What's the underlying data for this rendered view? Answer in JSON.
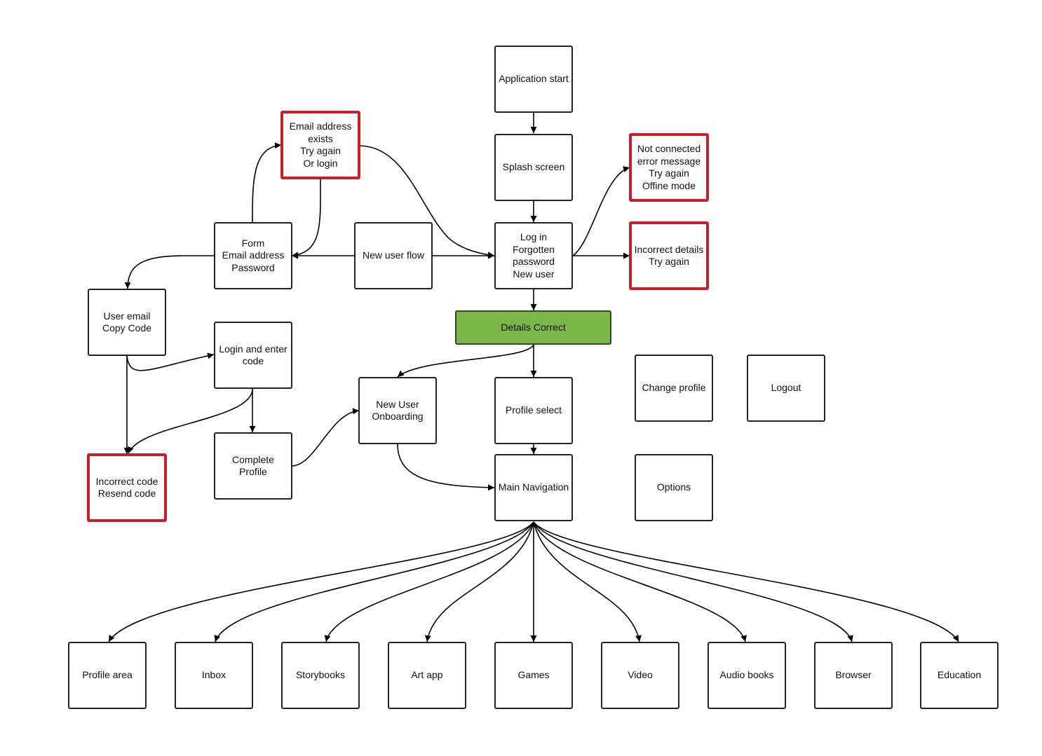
{
  "colors": {
    "line": "#000000",
    "box_border": "#222222",
    "error_border": "#c8202a",
    "success_fill": "#7ab648"
  },
  "nodes": {
    "application_start": "Application start",
    "splash_screen": "Splash screen",
    "login": "Log in\nForgotten\npassword\nNew user",
    "email_exists": "Email address\nexists\nTry again\nOr login",
    "not_connected": "Not connected\nerror message\nTry again\nOffine mode",
    "incorrect_details": "Incorrect details\nTry again",
    "new_user_flow": "New user flow",
    "form": "Form\nEmail address\nPassword",
    "user_email": "User email\nCopy Code",
    "login_enter_code": "Login and enter\ncode",
    "details_correct": "Details Correct",
    "new_user_onboarding": "New User\nOnboarding",
    "profile_select": "Profile select",
    "change_profile": "Change profile",
    "logout": "Logout",
    "complete_profile": "Complete\nProfile",
    "incorrect_code": "Incorrect code\nResend code",
    "main_navigation": "Main Navigation",
    "options": "Options",
    "profile_area": "Profile area",
    "inbox": "Inbox",
    "storybooks": "Storybooks",
    "art_app": "Art app",
    "games": "Games",
    "video": "Video",
    "audio_books": "Audio books",
    "browser": "Browser",
    "education": "Education"
  }
}
